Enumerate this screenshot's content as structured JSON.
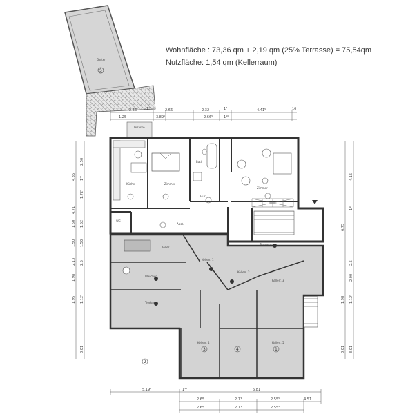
{
  "area_info": {
    "living_area": "Wohnfläche : 73,36 qm + 2,19 qm (25% Terrasse) = 75,54qm",
    "usable_area": "Nutzfläche: 1,54 qm (Kellerraum)"
  },
  "dimensions_top": {
    "row1": [
      "2.36",
      "1¹⁰",
      "2.66",
      "2.32",
      "1⁸",
      "4.41⁵",
      "16"
    ],
    "row2": [
      "1.25",
      "3.89⁵",
      "2.66⁵",
      "1¹⁰"
    ]
  },
  "dimensions_bottom": {
    "row1": [
      "5.19⁵",
      "1¹⁰",
      "6.81"
    ],
    "row2": [
      "2.65",
      "2.13",
      "2.55⁵",
      "4.51"
    ],
    "row3": [
      "2.65",
      "2.13",
      "2.55⁵"
    ]
  },
  "dimensions_left": [
    "2.50",
    "1¹⁰",
    "4.35",
    "1.72⁵",
    "4.71",
    "1.60",
    "1.62",
    "1.50",
    "1.50",
    "2.13",
    "2.5",
    "1.98",
    "1.95",
    "1.12⁵",
    "3.01"
  ],
  "dimensions_right": [
    "4.15",
    "1¹⁰",
    "6.75",
    "2.00",
    "2.5",
    "1.98",
    "1.12⁵",
    "3.01",
    "3.01"
  ],
  "rooms": {
    "garden": "Garten",
    "terrace": "Terrasse",
    "kitchen": "Küche",
    "bedroom": "Zimmer",
    "bath": "Bad",
    "living": "Zimmer",
    "hall": "Flur",
    "wc": "WC",
    "storage": "Abst.",
    "stairwell": "Treppenhaus",
    "cellar_a": "Keller",
    "cellar_b": "Waschen",
    "cellar_c": "Trocknen",
    "cellar_1": "Kellerr. 1",
    "cellar_2": "Kellerr. 2",
    "cellar_3": "Kellerr. 3",
    "cellar_4": "Kellerr. 4",
    "cellar_5": "Kellerr. 5"
  },
  "markers": [
    "1",
    "2",
    "3",
    "4",
    "5"
  ]
}
